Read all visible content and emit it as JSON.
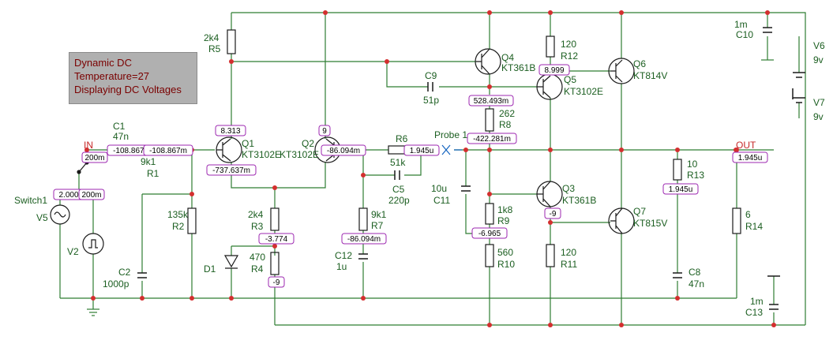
{
  "info_box": {
    "line1": "Dynamic DC",
    "line2": "Temperature=27",
    "line3": "Displaying DC Voltages"
  },
  "components": [
    {
      "id": "r5",
      "name": "R5",
      "value": "2k4"
    },
    {
      "id": "r12",
      "name": "R12",
      "value": "120"
    },
    {
      "id": "c10",
      "name": "C10",
      "value": "1m"
    },
    {
      "id": "v6",
      "name": "V6",
      "value": "9v"
    },
    {
      "id": "v7",
      "name": "V7",
      "value": "9v"
    },
    {
      "id": "q4",
      "name": "Q4",
      "value": "KT361B"
    },
    {
      "id": "q6",
      "name": "Q6",
      "value": "KT814V"
    },
    {
      "id": "q5",
      "name": "Q5",
      "value": "KT3102E"
    },
    {
      "id": "c9",
      "name": "C9",
      "value": "51p"
    },
    {
      "id": "r8",
      "name": "R8",
      "value": "262"
    },
    {
      "id": "c1",
      "name": "C1",
      "value": "47n"
    },
    {
      "id": "r1",
      "name": "R1",
      "value": "9k1"
    },
    {
      "id": "q1",
      "name": "Q1",
      "value": "KT3102E"
    },
    {
      "id": "q2",
      "name": "Q2",
      "value": "KT3102E"
    },
    {
      "id": "r6",
      "name": "R6",
      "value": "51k"
    },
    {
      "id": "c5",
      "name": "C5",
      "value": "220p"
    },
    {
      "id": "c11",
      "name": "C11",
      "value": "10u"
    },
    {
      "id": "q3",
      "name": "Q3",
      "value": "KT361B"
    },
    {
      "id": "r13",
      "name": "R13",
      "value": "10"
    },
    {
      "id": "r2",
      "name": "R2",
      "value": "135k"
    },
    {
      "id": "r3",
      "name": "R3",
      "value": "2k4"
    },
    {
      "id": "r7",
      "name": "R7",
      "value": "9k1"
    },
    {
      "id": "r9",
      "name": "R9",
      "value": "1k8"
    },
    {
      "id": "r14",
      "name": "R14",
      "value": "6"
    },
    {
      "id": "q7",
      "name": "Q7",
      "value": "KT815V"
    },
    {
      "id": "c2",
      "name": "C2",
      "value": "1000p"
    },
    {
      "id": "r4",
      "name": "R4",
      "value": "470"
    },
    {
      "id": "c12",
      "name": "C12",
      "value": "1u"
    },
    {
      "id": "r10",
      "name": "R10",
      "value": "560"
    },
    {
      "id": "r11",
      "name": "R11",
      "value": "120"
    },
    {
      "id": "c8",
      "name": "C8",
      "value": "47n"
    },
    {
      "id": "c13",
      "name": "C13",
      "value": "1m"
    }
  ],
  "extra_labels": {
    "switch": "Switch1",
    "v5": "V5",
    "v2": "V2",
    "d1": "D1",
    "in": "IN",
    "out": "OUT",
    "probe": "Probe 1"
  },
  "voltages": {
    "q4_c": "8.999",
    "q5_e": "528.493m",
    "r8_b": "-422.281m",
    "q1_b": "8.313",
    "q1_e": "-737.637m",
    "q2_b": "9",
    "q2_e": "-86.094m",
    "c1_l": "-108.867m",
    "c1_r": "-108.867m",
    "in_v": "200m",
    "sw_v": "2.000",
    "sw_v2": "200m",
    "probe_v": "1.945u",
    "r7_v": "-86.094m",
    "r13_v": "1.945u",
    "out_v": "1.945u",
    "r3_v": "-3.774",
    "r4_v": "-9",
    "q3_e": "-9",
    "r9_v": "-6.965"
  },
  "colors": {
    "wire": "#2e7d32",
    "node": "#d32f2f",
    "label": "#1b5e20",
    "net_label": "#c62828",
    "tag_border": "#9c27b0"
  }
}
